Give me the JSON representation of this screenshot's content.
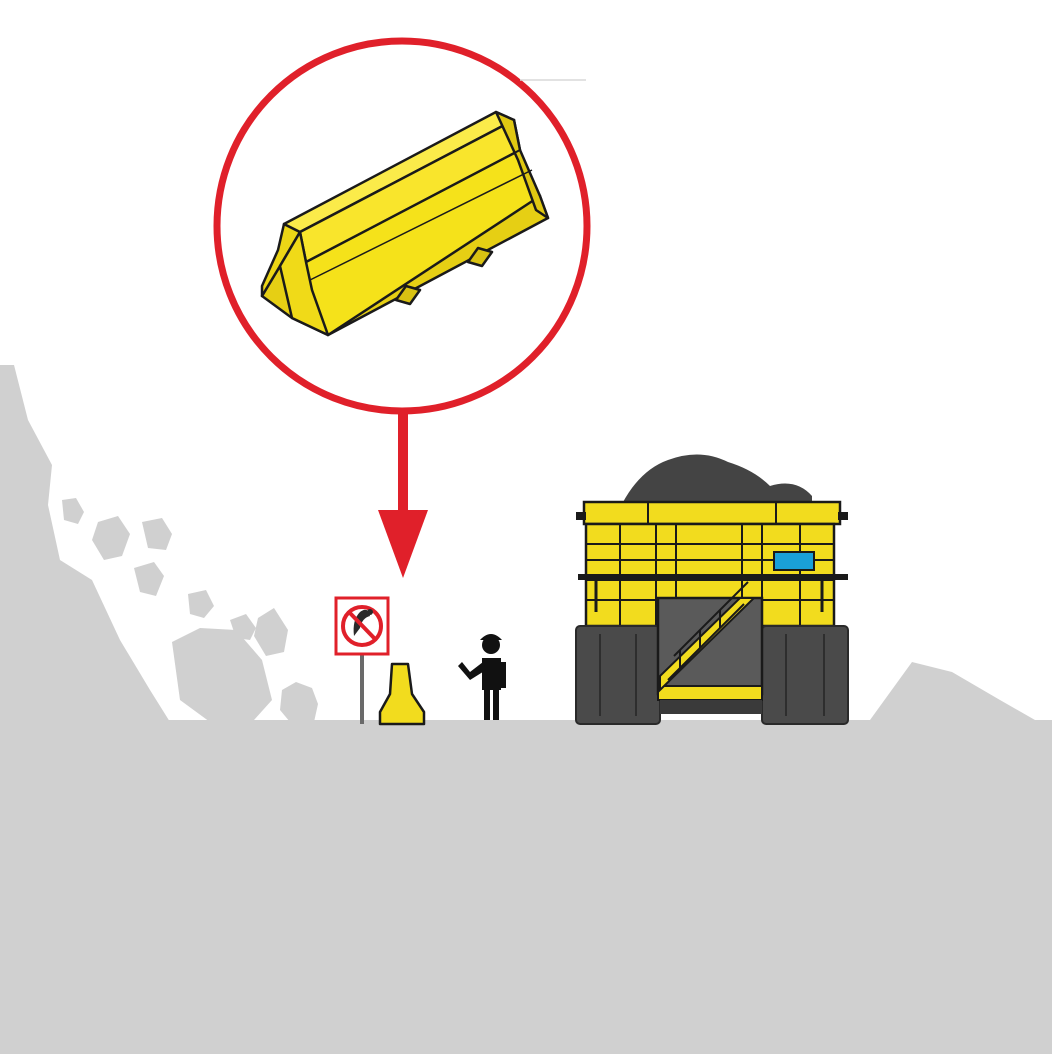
{
  "scene": {
    "background_color": "#ffffff",
    "ground_color": "#d0d0d0",
    "accent_red": "#e0202a",
    "barrier_yellow": "#f5e21a",
    "truck_yellow": "#f2dc1e",
    "tire_color": "#4a4a4a",
    "load_color": "#444444",
    "outline_color": "#1a1a1a",
    "window_blue": "#1aa0d8"
  },
  "elements": {
    "callout": "magnified-jersey-barrier",
    "sign": "no-pedestrian-sign",
    "truck": "haul-truck-loaded",
    "worker": "worker-with-hardhat",
    "barrier": "jersey-barrier-end-view"
  }
}
